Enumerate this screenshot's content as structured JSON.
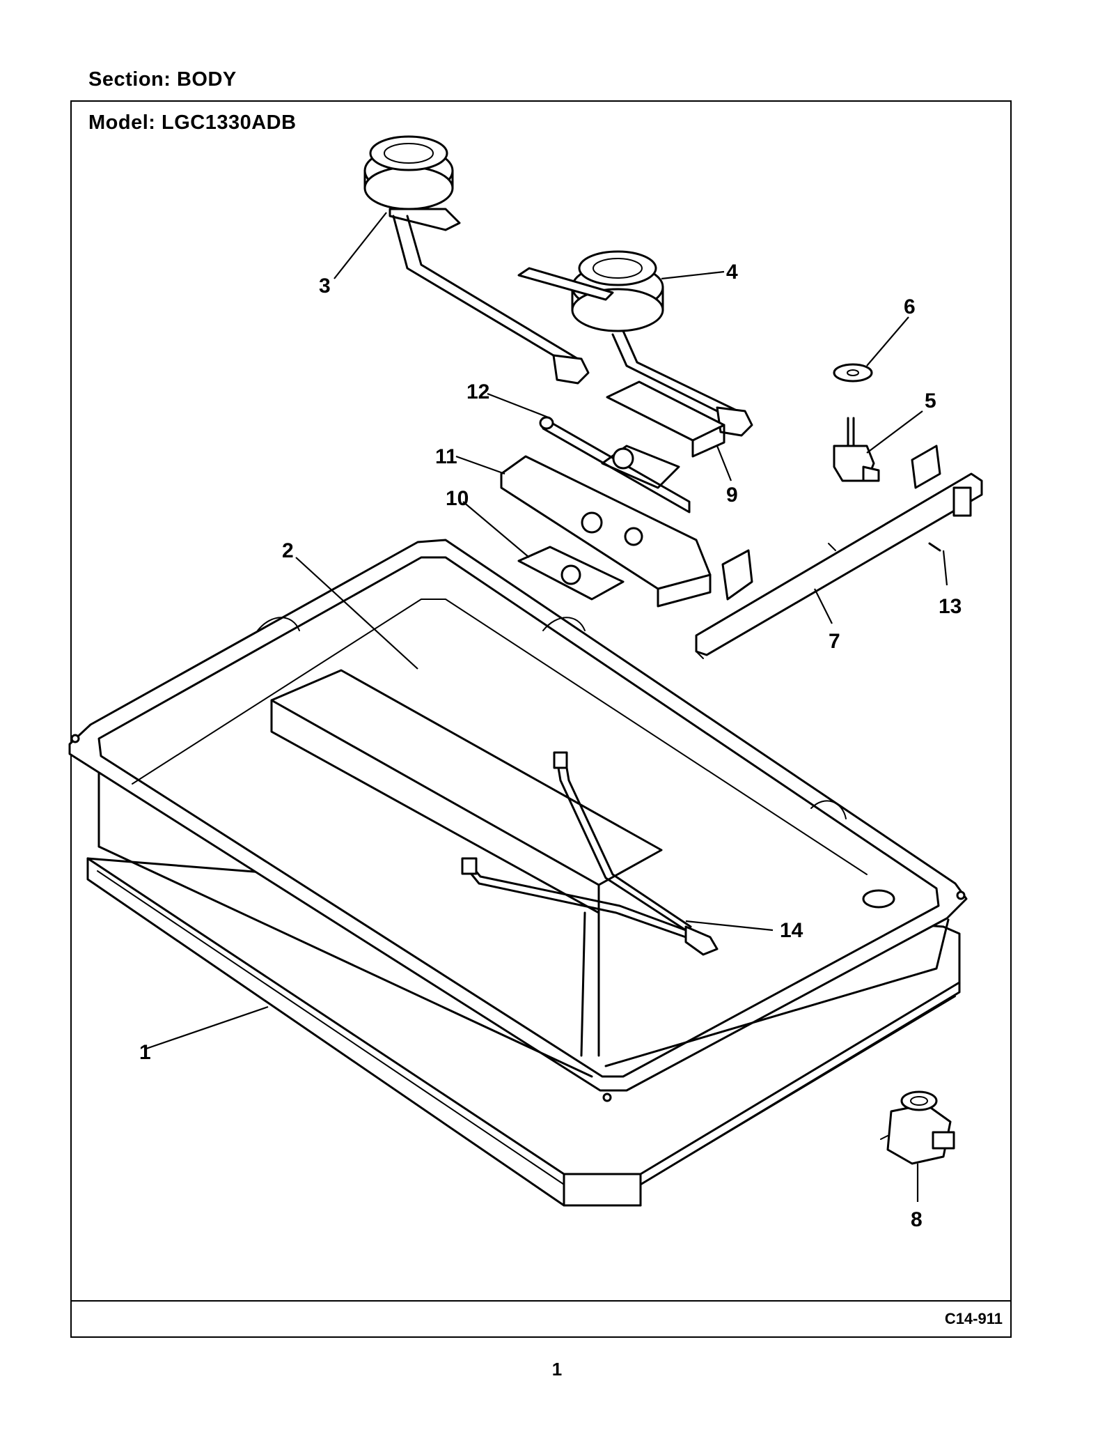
{
  "header": {
    "section_label": "Section:  BODY",
    "model_label": "Model:  LGC1330ADB"
  },
  "drawing_code": "C14-911",
  "page_number": "1",
  "callouts": [
    "1",
    "2",
    "3",
    "4",
    "5",
    "6",
    "7",
    "8",
    "9",
    "10",
    "11",
    "12",
    "13",
    "14"
  ]
}
